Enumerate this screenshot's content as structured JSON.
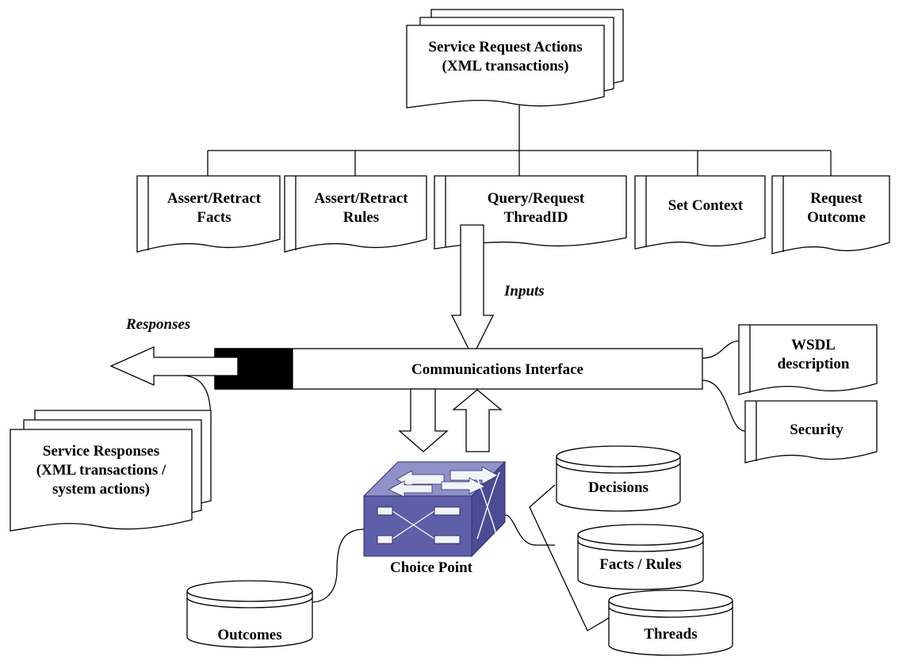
{
  "top_document": {
    "line1": "Service Request Actions",
    "line2": "(XML transactions)"
  },
  "request_actions": [
    {
      "line1": "Assert/Retract",
      "line2": "Facts"
    },
    {
      "line1": "Assert/Retract",
      "line2": "Rules"
    },
    {
      "line1": "Query/Request",
      "line2": "ThreadID"
    },
    {
      "line1": "Set Context",
      "line2": ""
    },
    {
      "line1": "Request",
      "line2": "Outcome"
    }
  ],
  "inputs_label": "Inputs",
  "responses_label": "Responses",
  "communications_interface": "Communications Interface",
  "wsdl": {
    "line1": "WSDL",
    "line2": "description"
  },
  "security": "Security",
  "service_responses": {
    "line1": "Service Responses",
    "line2": "(XML transactions /",
    "line3": "system actions)"
  },
  "choice_point": "Choice Point",
  "stores": {
    "decisions": "Decisions",
    "facts_rules": "Facts / Rules",
    "threads": "Threads",
    "outcomes": "Outcomes"
  },
  "colors": {
    "switch_front": "#5d5fa8",
    "switch_top": "#8f91c8",
    "switch_side": "#4a4c95",
    "ink": "#000000"
  }
}
